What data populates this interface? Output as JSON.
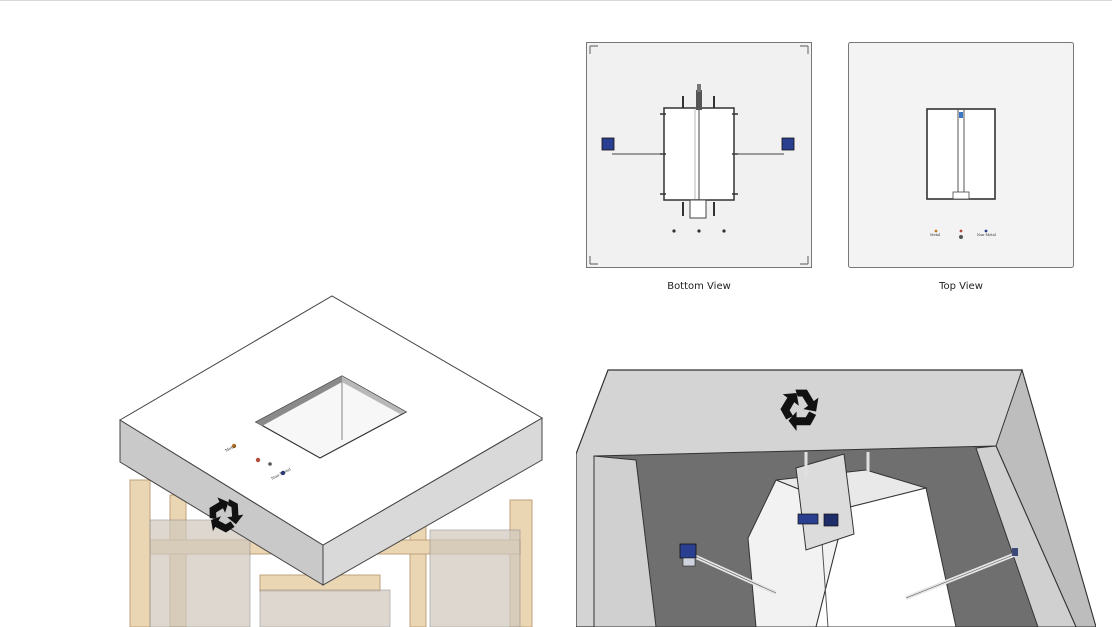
{
  "views": {
    "bottom": {
      "caption": "Bottom View"
    },
    "top": {
      "caption": "Top View",
      "indicator_labels": [
        "Metal",
        "Non-Metal"
      ]
    }
  },
  "iso_view": {
    "indicator_labels": [
      "Metal",
      "Non-Metal"
    ]
  },
  "icons": {
    "recycle": "recycle-icon"
  },
  "colors": {
    "lid_top": "#ffffff",
    "lid_side": "#c8c8c8",
    "lid_dark": "#9e9e9e",
    "frame_wood": "#e8cfa8",
    "panel_bg": "#f1f1f1",
    "interior": "#6f6f6f",
    "sensor_blue": "#2a3f8f"
  }
}
